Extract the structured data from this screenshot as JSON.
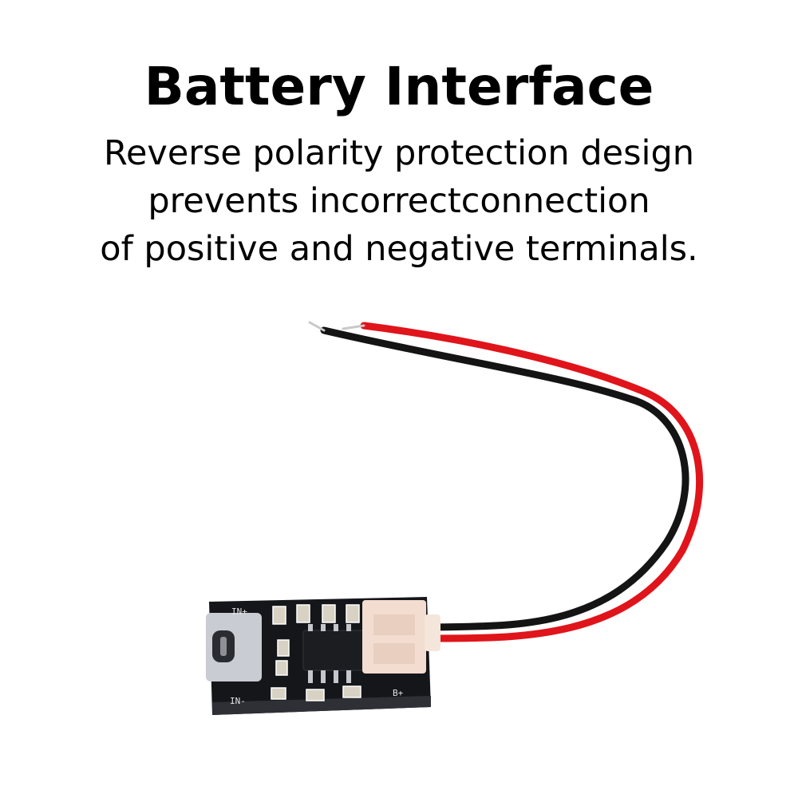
{
  "heading": {
    "title": "Battery Interface",
    "lines": [
      "Reverse polarity protection design",
      "prevents incorrectconnection",
      "of positive and negative terminals."
    ]
  },
  "board": {
    "label_in_plus": "IN+",
    "label_in_minus": "IN-",
    "label_b_plus": "B+"
  },
  "colors": {
    "pcb": "#15161a",
    "wire_red": "#e0141b",
    "wire_black": "#141414",
    "connector": "#f2ddd0",
    "usb": "#c9ccd2"
  }
}
